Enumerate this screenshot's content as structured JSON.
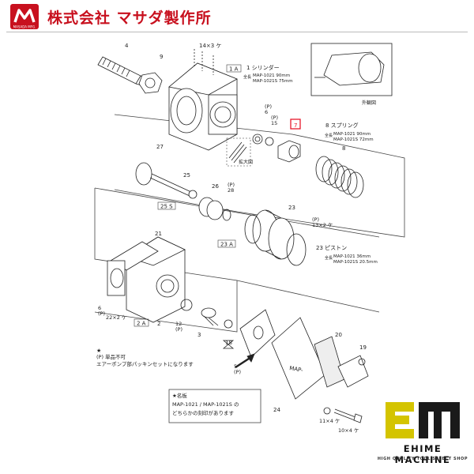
{
  "header": {
    "company_name": "株式会社 マサダ製作所",
    "logo_caption": "MASADA MFG.",
    "brand_color": "#c8101e"
  },
  "labels": {
    "p4": "4",
    "p9": "9",
    "screw14": "14×3 ケ",
    "tag1A": "1 A",
    "cyl_title": "1 シリンダー",
    "cyl_note_prefix": "全長",
    "cyl_spec1": "MAP-1021 90mm",
    "cyl_spec2": "MAP-1021S 75mm",
    "exterior": "外観図",
    "p6p": "(P)\n6",
    "p15p": "(P)\n15",
    "p7": "7",
    "spring_title": "8 スプリング",
    "spring_note_prefix": "全長",
    "spring_spec1": "MAP-1021 90mm",
    "spring_spec2": "MAP-1021S 72mm",
    "p8": "8",
    "kakudai": "拡大図",
    "p27": "27",
    "p25": "25",
    "p26": "26",
    "p28p": "(P)\n28",
    "tag25S": "25 S",
    "p23": "23",
    "p13": "(P)\n13×2 ケ",
    "tag23A": "23 A",
    "piston_title": "23 ピストン",
    "piston_note_prefix": "全長",
    "piston_spec1": "MAP-1021 36mm",
    "piston_spec2": "MAP-1021S 20.5mm",
    "p21": "21",
    "p6b": "6\n(P)",
    "screw22": "22×2 ケ",
    "tag2A": "2 A",
    "p2": "2",
    "p12": "12\n(P)",
    "p3": "3",
    "p18": "18",
    "p20": "20",
    "p19": "19",
    "p5p": "5\n(P)",
    "p24": "24",
    "p11": "11×4 ケ",
    "p10": "10×4 ケ",
    "note1_star": "★",
    "note1_line1": "(P) 単品不可",
    "note1_line2": "エアーポンプ部パッキンセットになります",
    "note2_line1": "★名板",
    "note2_line2": "MAP-1021 / MAP-1021S の",
    "note2_line3": "どちらかの刻印があります",
    "plate_text": "MAP-",
    "highlight_color": "#e8192c"
  },
  "brand": {
    "name": "EHIME MACHINE",
    "tagline": "HIGH QUALITY TOOL SELECT SHOP",
    "mark_color": "#d4c400"
  }
}
